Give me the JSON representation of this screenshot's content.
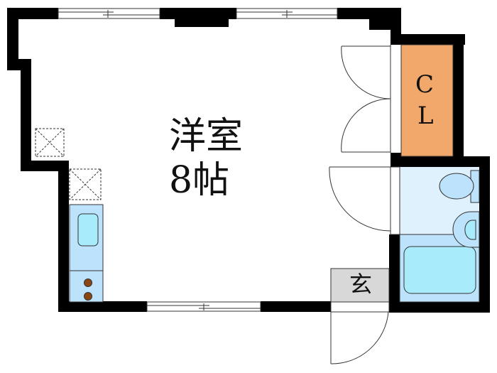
{
  "floorplan": {
    "rooms": {
      "main_room": {
        "label_line1": "洋室",
        "label_line2": "8帖",
        "type": "Western-style room",
        "size_jo": 8
      },
      "closet": {
        "label_line1": "C",
        "label_line2": "L",
        "color": "#f2a86a"
      },
      "entrance": {
        "label": "玄",
        "color": "#d8d8d8"
      },
      "bathroom": {
        "label": "",
        "color": "#dff1fd",
        "tub_color": "#a8ecfb"
      },
      "kitchen": {
        "label": "",
        "counter_color": "#bde2fb",
        "sink_color": "#a8ecfb",
        "burner_color": "#8b4513"
      }
    },
    "colors": {
      "wall": "#000000",
      "background": "#ffffff",
      "door_line": "#333333"
    }
  }
}
